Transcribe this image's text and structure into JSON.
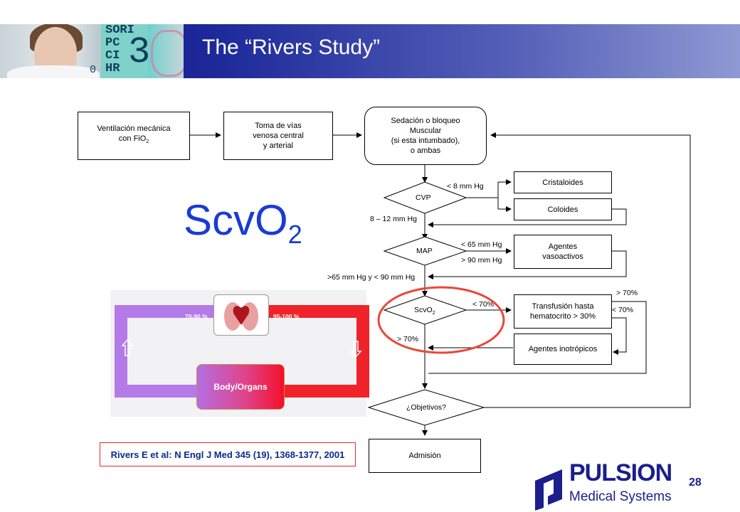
{
  "header": {
    "title": "The “Rivers Study”",
    "monitor_lines": [
      "SORI",
      "PC",
      "CI",
      "HR"
    ],
    "monitor_digit": "3",
    "monitor_zero": "0"
  },
  "flowchart": {
    "ventilation": [
      "Ventilación mecánica",
      "con FiO",
      "2"
    ],
    "vias": [
      "Toma de vías",
      "venosa central",
      "y arterial"
    ],
    "sedation": [
      "Sedación o bloqueo",
      "Muscular",
      "(si esta intumbado),",
      "o ambas"
    ],
    "cvp": "CVP",
    "cvp_low": "< 8 mm Hg",
    "cvp_mid": "8 – 12  mm Hg",
    "cristaloides": "Cristaloides",
    "coloides": "Coloides",
    "map": "MAP",
    "map_low": "< 65 mm Hg",
    "map_high": "> 90  mm Hg",
    "agentes_vaso": [
      "Agentes",
      "vasoactivos"
    ],
    "map_ok": ">65 mm Hg y < 90  mm Hg",
    "scvo2": "ScvO",
    "scvo2_sub": "2",
    "scv_low": "< 70%",
    "scv_high": "> 70%",
    "transfusion": [
      "Transfusión hasta",
      "hematocrito > 30%"
    ],
    "right_high": "> 70%",
    "right_low": "< 70%",
    "inotropicos": "Agentes inotrópicos",
    "objetivos": "¿Objetivos?",
    "admision": "Admisión"
  },
  "scvo2_big": {
    "main": "ScvO",
    "sub": "2"
  },
  "circulation": {
    "left_pct": "70-90 %",
    "right_pct": "95-100 %",
    "body": "Body/Organs"
  },
  "reference": "Rivers E et al: N Engl J Med 345 (19), 1368-1377, 2001",
  "logo": {
    "word": "PULSION",
    "sub": "Medical Systems"
  },
  "page_number": "28",
  "colors": {
    "header_dark": "#0b0d86",
    "circle": "#e8483a",
    "scvo2_blue": "#1a3bd6",
    "logo": "#1b1e8c"
  }
}
